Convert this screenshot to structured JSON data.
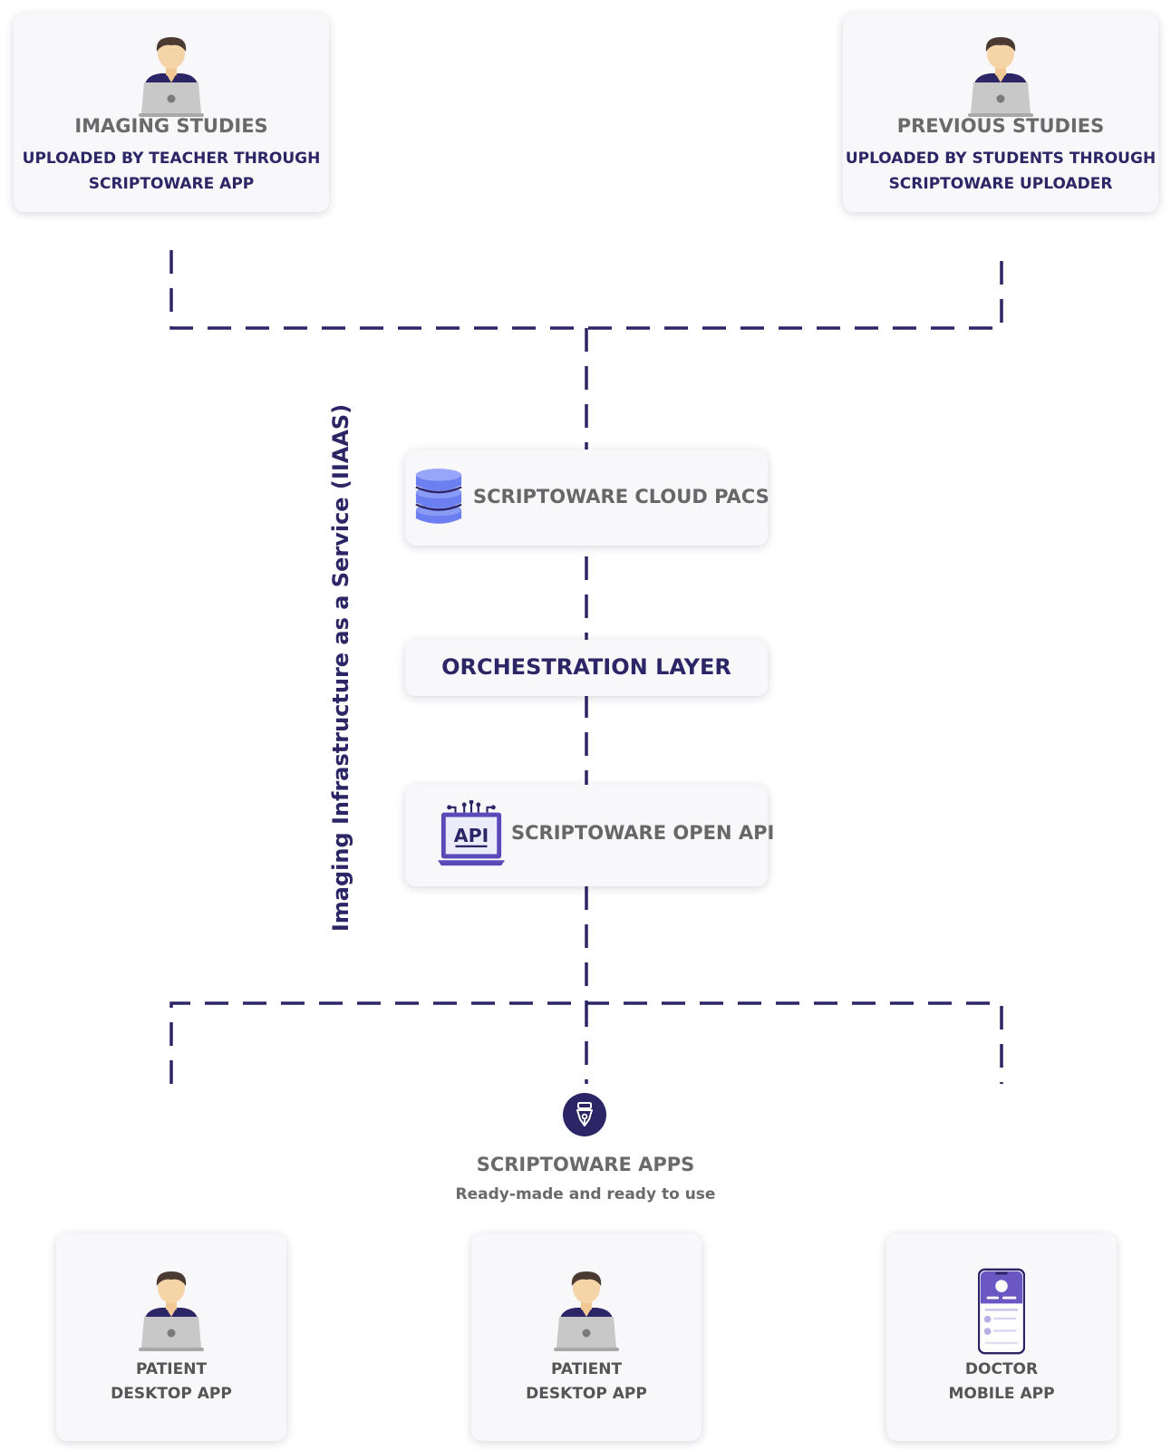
{
  "sources": {
    "teacher": {
      "title": "IMAGING STUDIES",
      "line1": "UPLOADED BY TEACHER THROUGH",
      "line2": "SCRIPTOWARE APP",
      "icon": "person-laptop-icon"
    },
    "students": {
      "title": "PREVIOUS STUDIES",
      "line1": "UPLOADED BY STUDENTS THROUGH",
      "line2": "SCRIPTOWARE UPLOADER",
      "icon": "person-laptop-icon"
    }
  },
  "stack": {
    "vertical_label": "Imaging Infrastructure as a Service (IIAAS)",
    "pacs": {
      "label": "SCRIPTOWARE CLOUD PACS",
      "icon": "database-icon"
    },
    "orchestration": {
      "label": "ORCHESTRATION LAYER"
    },
    "api": {
      "label": "SCRIPTOWARE OPEN API",
      "icon": "api-laptop-icon"
    }
  },
  "apps": {
    "title": "SCRIPTOWARE APPS",
    "subtitle": "Ready-made and ready to use",
    "icon": "pen-nib-icon",
    "items": [
      {
        "line1": "PATIENT",
        "line2": "DESKTOP APP",
        "icon": "person-laptop-icon"
      },
      {
        "line1": "PATIENT",
        "line2": "DESKTOP APP",
        "icon": "person-laptop-icon"
      },
      {
        "line1": "DOCTOR",
        "line2": "MOBILE APP",
        "icon": "mobile-phone-icon"
      }
    ]
  },
  "colors": {
    "navy": "#2c2566",
    "grey_text": "#6a6a6a",
    "card_bg": "#f8f8fa",
    "database_blue": "#6c7ff0",
    "api_purple": "#5a49b8"
  }
}
